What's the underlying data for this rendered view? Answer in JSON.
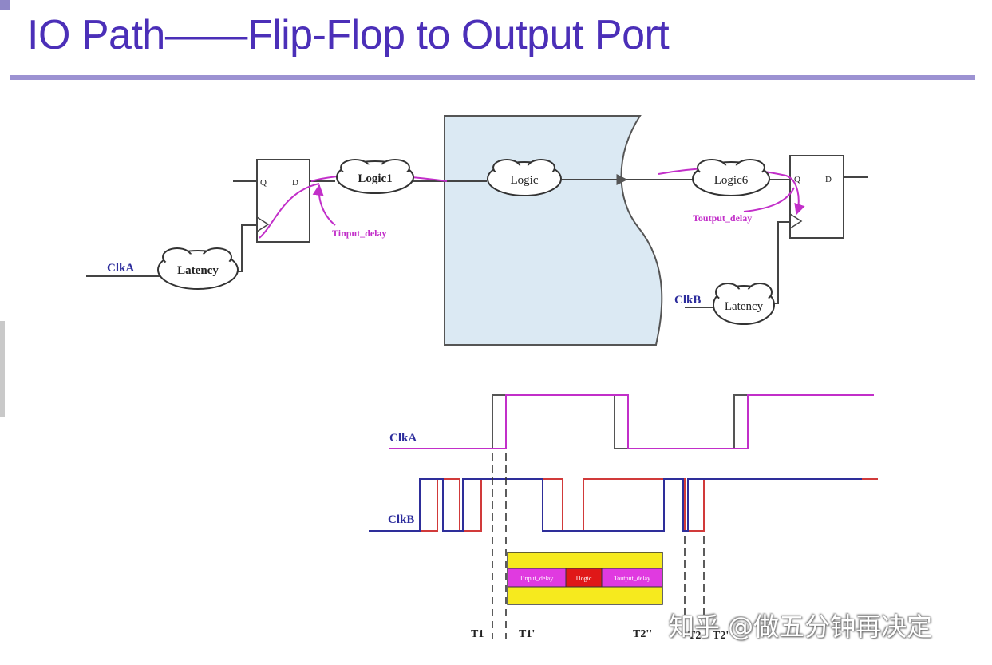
{
  "slide": {
    "title": "IO Path——Flip-Flop to Output Port"
  },
  "schematic": {
    "flop_left": {
      "q_pin": "Q",
      "d_pin": "D"
    },
    "flop_right": {
      "q_pin": "Q",
      "d_pin": "D"
    },
    "clouds": {
      "logic1": "Logic1",
      "logic_mid": "Logic",
      "logic6": "Logic6",
      "latency_a": "Latency",
      "latency_b": "Latency"
    },
    "clock_a_label": "ClkA",
    "clock_b_label": "ClkB",
    "tinput_label": "Tinput_delay",
    "toutput_label": "Toutput_delay"
  },
  "timing": {
    "clka_label": "ClkA",
    "clkb_label": "ClkB",
    "bar": {
      "seg_input": "Tinput_delay",
      "seg_logic": "Tlogic",
      "seg_output": "Toutput_delay"
    },
    "markers": {
      "t1": "T1",
      "t1p": "T1'",
      "t2pp": "T2''",
      "t2": "T2",
      "t2p": "T2'"
    }
  },
  "watermark": "知乎 @做五分钟再决定",
  "colors": {
    "title": "#4b2fb8",
    "rule": "#9c92d2",
    "clock_label": "#2c2c9c",
    "magenta": "#c22fc9",
    "clkb_blue": "#2e2e9a",
    "clkb_red": "#d13a3a",
    "bar_yellow": "#f6ea1e",
    "bar_magenta": "#e03ae0",
    "bar_red": "#e01818",
    "block_fill": "#dbe9f3"
  }
}
